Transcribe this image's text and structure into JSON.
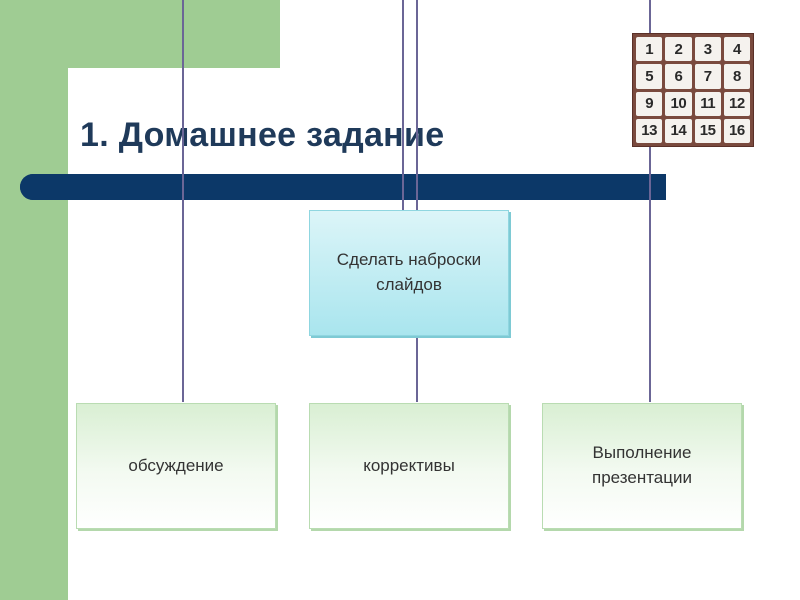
{
  "slide": {
    "title": "1. Домашнее задание"
  },
  "diagram": {
    "top_box": "Сделать наброски слайдов",
    "bottom_boxes": [
      "обсуждение",
      "коррективы",
      "Выполнение презентации"
    ]
  },
  "puzzle": {
    "tiles": [
      "1",
      "2",
      "3",
      "4",
      "5",
      "6",
      "7",
      "8",
      "9",
      "10",
      "11",
      "12",
      "13",
      "14",
      "15",
      "16"
    ]
  },
  "colors": {
    "green": "#9fcc93",
    "navy_bar": "#0c3868",
    "title": "#1f3a5a",
    "line": "#6b6696"
  }
}
